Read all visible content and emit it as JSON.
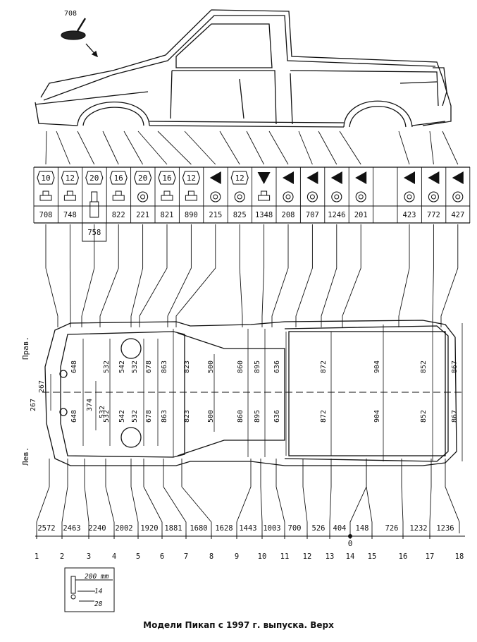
{
  "caption": "Модели Пикап с 1997 г. выпуска. Верх",
  "top_part_label": "708",
  "side_labels": {
    "right": "Прав.",
    "left": "Лев."
  },
  "point_table": [
    {
      "col": 1,
      "symbol": "10",
      "kind": "hex",
      "sub": "plug",
      "part": "708"
    },
    {
      "col": 2,
      "symbol": "12",
      "kind": "hex",
      "sub": "plug",
      "part": "748"
    },
    {
      "col": 3,
      "symbol": "20",
      "kind": "hex",
      "sub": "stud",
      "part": "",
      "extra": "758"
    },
    {
      "col": 4,
      "symbol": "16",
      "kind": "hex",
      "sub": "plug",
      "part": "822"
    },
    {
      "col": 5,
      "symbol": "20",
      "kind": "hex",
      "sub": "ring",
      "part": "221"
    },
    {
      "col": 6,
      "symbol": "16",
      "kind": "hex",
      "sub": "plug",
      "part": "821"
    },
    {
      "col": 7,
      "symbol": "12",
      "kind": "hex",
      "sub": "plug",
      "part": "890"
    },
    {
      "col": 8,
      "symbol": "",
      "kind": "tri-left",
      "sub": "ring",
      "part": "215"
    },
    {
      "col": 9,
      "symbol": "12",
      "kind": "hex",
      "sub": "ring",
      "part": "825"
    },
    {
      "col": 10,
      "symbol": "",
      "kind": "tri-down",
      "sub": "plug",
      "part": "1348"
    },
    {
      "col": 11,
      "symbol": "",
      "kind": "tri-left",
      "sub": "ring",
      "part": "208"
    },
    {
      "col": 12,
      "symbol": "",
      "kind": "tri-left",
      "sub": "ring",
      "part": "707"
    },
    {
      "col": 13,
      "symbol": "",
      "kind": "tri-left",
      "sub": "ring",
      "part": "1246"
    },
    {
      "col": 14,
      "symbol": "",
      "kind": "tri-left",
      "sub": "ring",
      "part": "201"
    },
    {
      "col": 15,
      "symbol": "",
      "kind": "blank",
      "sub": "",
      "part": ""
    },
    {
      "col": 16,
      "symbol": "",
      "kind": "tri-left",
      "sub": "ring",
      "part": "423"
    },
    {
      "col": 17,
      "symbol": "",
      "kind": "tri-left",
      "sub": "ring",
      "part": "772"
    },
    {
      "col": 18,
      "symbol": "",
      "kind": "tri-left",
      "sub": "ring",
      "part": "427"
    }
  ],
  "half_widths": {
    "upper": [
      "648",
      "532",
      "542",
      "532",
      "678",
      "863",
      "823",
      "500",
      "860",
      "895",
      "636",
      "872",
      "904",
      "852",
      "867"
    ],
    "lower": [
      "648",
      "532",
      "542",
      "532",
      "678",
      "863",
      "823",
      "500",
      "860",
      "895",
      "636",
      "872",
      "904",
      "852",
      "867"
    ],
    "front_left": [
      "267",
      "267"
    ],
    "front_misc": [
      "374",
      "532"
    ]
  },
  "longitudinal": [
    "2572",
    "2463",
    "2240",
    "2002",
    "1920",
    "1881",
    "1680",
    "1628",
    "1443",
    "1003",
    "700",
    "526",
    "404",
    "148",
    "726",
    "1232",
    "1236"
  ],
  "origin_label": "0",
  "point_numbers": [
    "1",
    "2",
    "3",
    "4",
    "5",
    "6",
    "7",
    "8",
    "9",
    "10",
    "11",
    "12",
    "13",
    "14",
    "15",
    "16",
    "17",
    "18"
  ],
  "inset": {
    "dim": "200 mm",
    "a": "14",
    "b": "28"
  }
}
